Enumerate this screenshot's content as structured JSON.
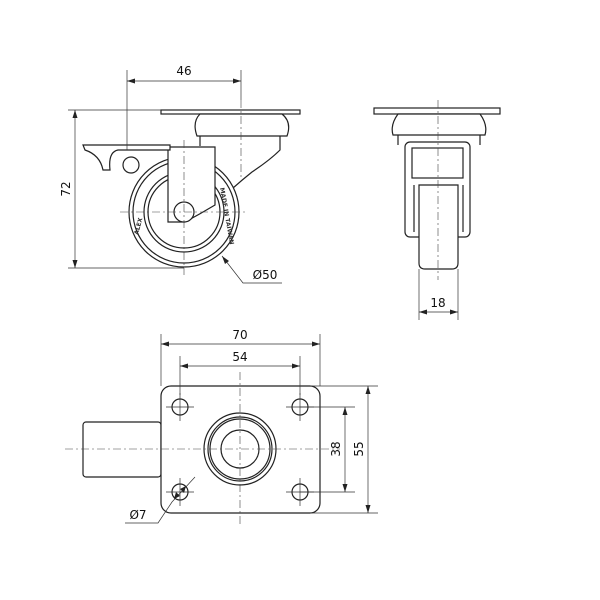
{
  "drawing": {
    "side_view": {
      "width_offset": "46",
      "height": "72",
      "wheel_diameter": "Ø50",
      "wheel_brand": "ALEX",
      "wheel_marking": "MADE IN TAIWAN"
    },
    "front_view": {
      "wheel_width": "18"
    },
    "top_view": {
      "plate_length": "70",
      "hole_spacing_length": "54",
      "hole_spacing_width": "38",
      "plate_width": "55",
      "hole_diameter": "Ø7"
    }
  }
}
